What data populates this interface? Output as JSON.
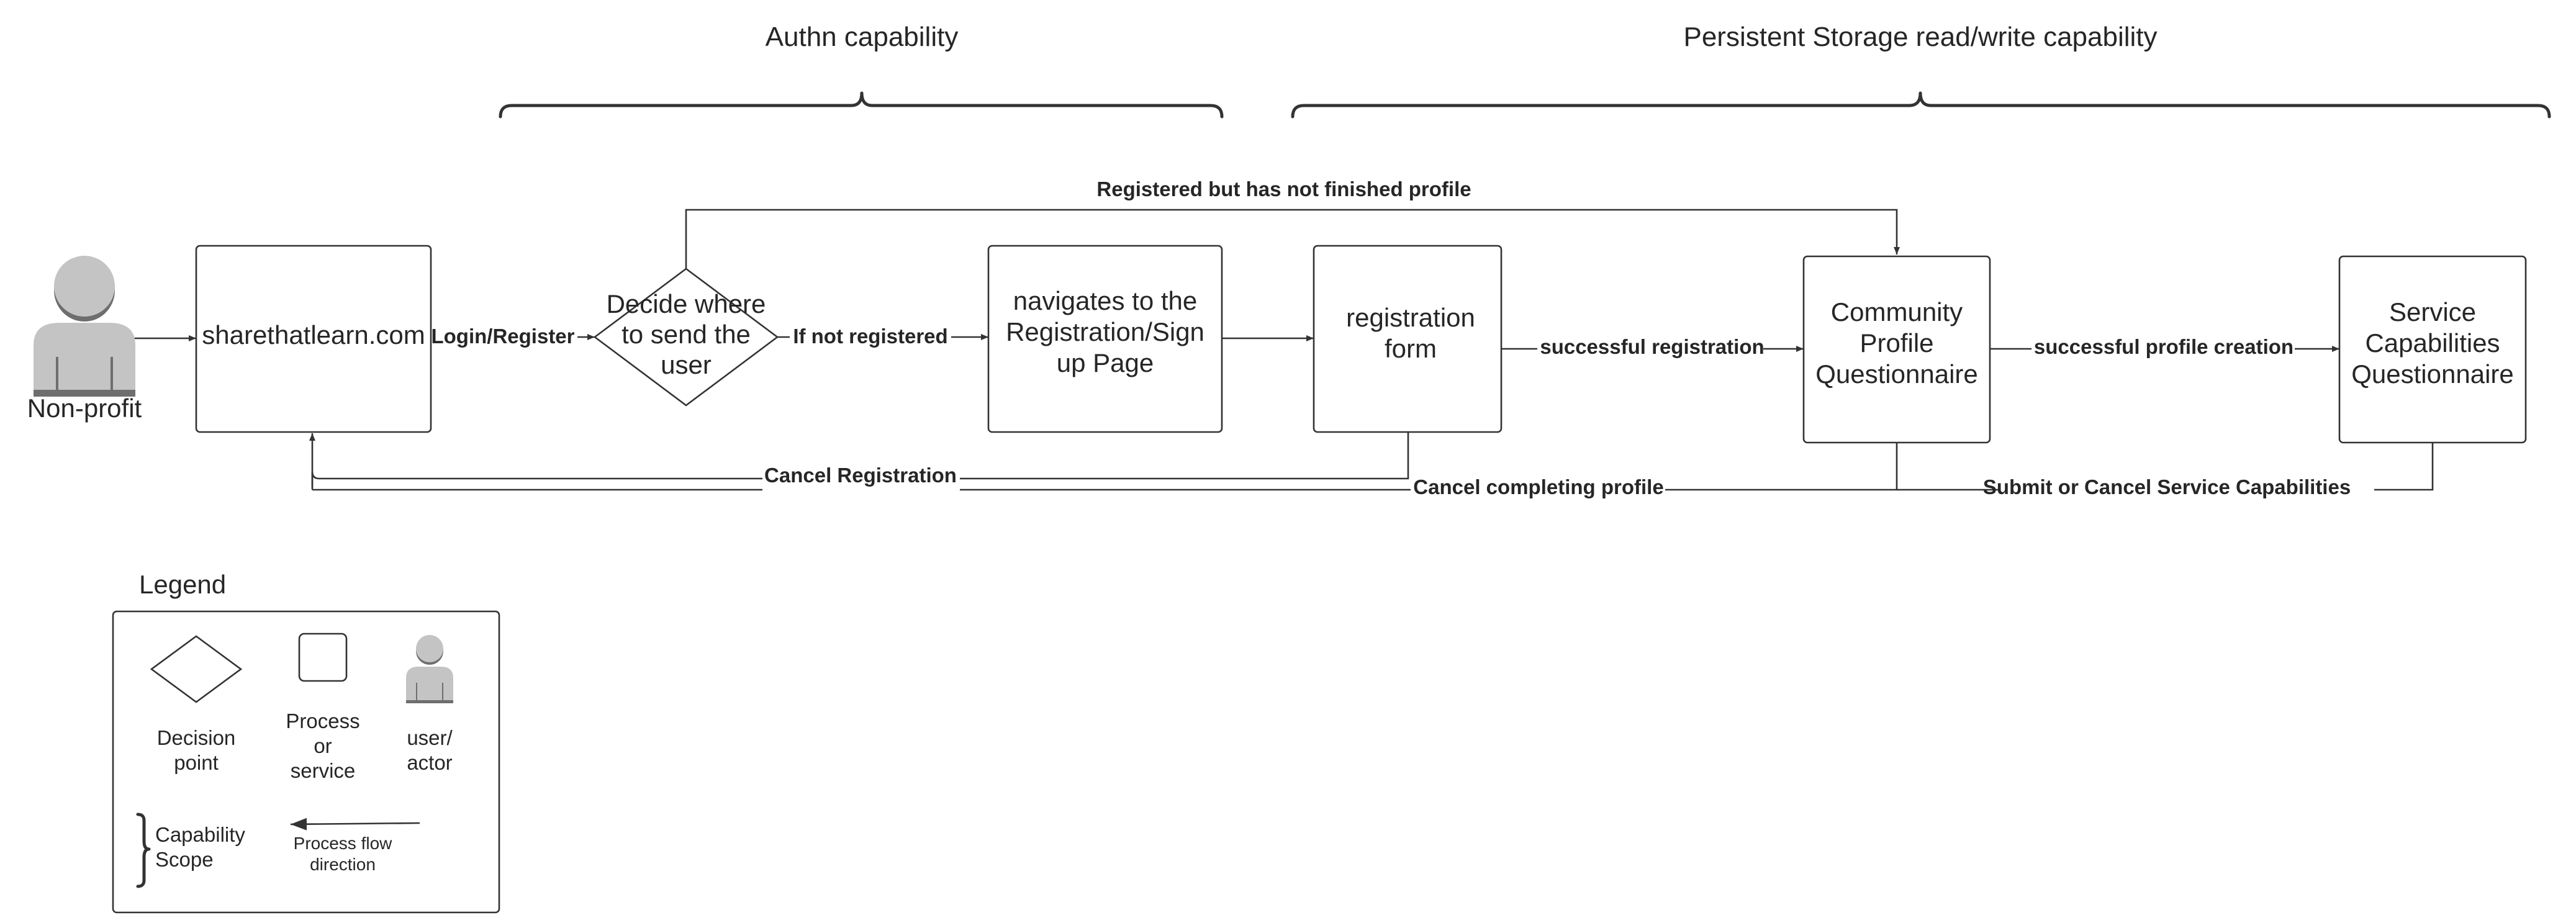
{
  "scopes": {
    "authn": "Authn capability",
    "storage": "Persistent Storage read/write capability"
  },
  "actor": {
    "label": "Non-profit",
    "icon": "person-icon"
  },
  "nodes": {
    "site": "sharethatlearn.com",
    "decide": [
      "Decide where",
      "to send the",
      "user"
    ],
    "navigate": [
      "navigates to the",
      "Registration/Sign",
      "up Page"
    ],
    "regform": [
      "registration",
      "form"
    ],
    "community": [
      "Community",
      "Profile",
      "Questionnaire"
    ],
    "service": [
      "Service",
      "Capabilities",
      "Questionnaire"
    ]
  },
  "edges": {
    "login": "Login/Register",
    "not_registered": "If not registered",
    "registered_unfinished": "Registered but has not finished profile",
    "successful_registration": "successful registration",
    "successful_profile": "successful profile creation",
    "cancel_registration": "Cancel Registration",
    "cancel_profile": "Cancel completing profile",
    "submit_cancel_service": "Submit or Cancel Service Capabilities"
  },
  "legend": {
    "title": "Legend",
    "decision": [
      "Decision",
      "point"
    ],
    "process": [
      "Process",
      "or",
      "service"
    ],
    "user": [
      "user/",
      "actor"
    ],
    "scope": [
      "Capability",
      "Scope"
    ],
    "flow": [
      "Process flow",
      "direction"
    ]
  },
  "colors": {
    "stroke": "#333333",
    "person": "#c4c4c4",
    "person_shadow": "#6e6e6e"
  }
}
